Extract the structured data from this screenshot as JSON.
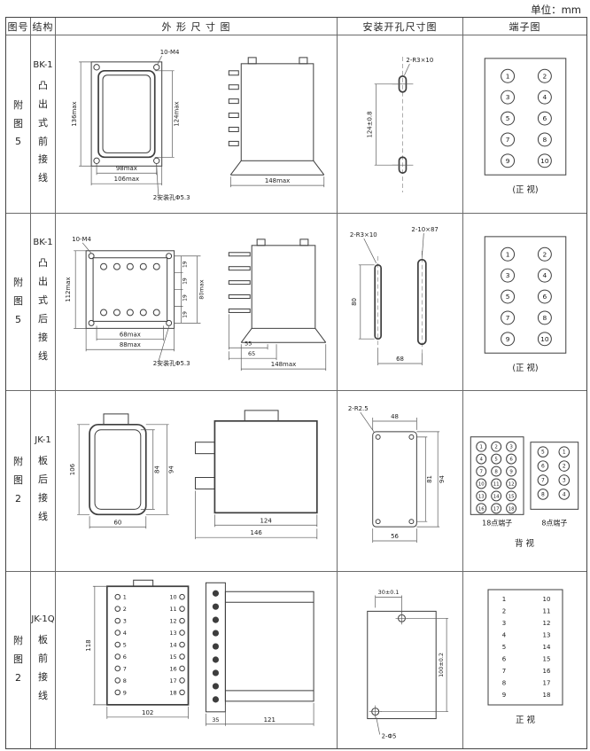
{
  "unit_label": "单位：mm",
  "header": {
    "figure": "图号",
    "structure": "结构",
    "outline": "外 形 尺 寸 图",
    "mounting": "安装开孔尺寸图",
    "terminal": "端子图"
  },
  "row1": {
    "figure": "附图5",
    "model": "BK-1",
    "mount_type": "凸出式前接线",
    "outline": {
      "top_thread": "10-M4",
      "height_outer": "136max",
      "height_inner": "124max",
      "width_inner": "98max",
      "width_outer": "106max",
      "hole_note": "2安装孔Φ5.3",
      "depth": "148max"
    },
    "mounting": {
      "slot_note": "2-R3×10",
      "pitch": "124±0.8"
    },
    "terminal": {
      "pins_left": [
        "1",
        "3",
        "5",
        "7",
        "9"
      ],
      "pins_right": [
        "2",
        "4",
        "6",
        "8",
        "10"
      ],
      "caption": "(正 视)"
    }
  },
  "row2": {
    "figure": "附图5",
    "model": "BK-1",
    "mount_type": "凸出式后接线",
    "outline": {
      "top_thread": "10-M4",
      "height_outer": "112max",
      "pitch19": "19",
      "span80": "80max",
      "width_inner": "68max",
      "width_outer": "88max",
      "hole_note": "2安装孔Φ5.3",
      "d55": "55",
      "d65": "65",
      "depth": "148max"
    },
    "mounting": {
      "slot_note1": "2-R3×10",
      "slot_note2": "2-10×87",
      "d80": "80",
      "d68": "68"
    },
    "terminal": {
      "pins_left": [
        "1",
        "3",
        "5",
        "7",
        "9"
      ],
      "pins_right": [
        "2",
        "4",
        "6",
        "8",
        "10"
      ],
      "caption": "(正 视)"
    }
  },
  "row3": {
    "figure": "附图2",
    "model": "JK-1",
    "mount_type": "板后接线",
    "outline": {
      "height": "106",
      "inner_height": "84",
      "outer_height": "94",
      "width": "60",
      "depth_inner": "124",
      "depth_outer": "146"
    },
    "mounting": {
      "corner_note": "2-R2.5",
      "w48": "48",
      "h81": "81",
      "h94": "94",
      "w56": "56"
    },
    "terminal": {
      "grid18": [
        "1",
        "2",
        "3",
        "4",
        "5",
        "6",
        "7",
        "8",
        "9",
        "10",
        "11",
        "12",
        "13",
        "14",
        "15",
        "16",
        "17",
        "18"
      ],
      "col8_left": [
        "5",
        "6",
        "7",
        "8"
      ],
      "col8_right": [
        "1",
        "2",
        "3",
        "4"
      ],
      "label18": "18点端子",
      "label8": "8点端子",
      "caption": "背 视"
    }
  },
  "row4": {
    "figure": "附图2",
    "model": "JK-1Q",
    "mount_type": "板前接线",
    "outline": {
      "height": "118",
      "width": "102",
      "d35": "35",
      "d121": "121",
      "pins_left": [
        "1",
        "2",
        "3",
        "4",
        "5",
        "6",
        "7",
        "8",
        "9"
      ],
      "pins_right": [
        "10",
        "11",
        "12",
        "13",
        "14",
        "15",
        "16",
        "17",
        "18"
      ]
    },
    "mounting": {
      "d30": "30±0.1",
      "d100": "100±0.2",
      "hole_note": "2-Φ5"
    },
    "terminal": {
      "pins_left": [
        "1",
        "2",
        "3",
        "4",
        "5",
        "6",
        "7",
        "8",
        "9"
      ],
      "pins_right": [
        "10",
        "11",
        "12",
        "13",
        "14",
        "15",
        "16",
        "17",
        "18"
      ],
      "caption": "正 视"
    }
  }
}
